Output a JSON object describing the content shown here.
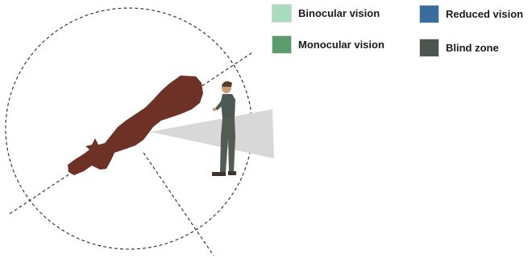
{
  "legend": {
    "items": [
      {
        "key": "binocular",
        "label": "Binocular vision",
        "color": "#a9dcbc"
      },
      {
        "key": "monocular",
        "label": "Monocular vision",
        "color": "#5c9c6c"
      },
      {
        "key": "reduced",
        "label": "Reduced vision",
        "color": "#3a6c9c"
      },
      {
        "key": "blind",
        "label": "Blind zone",
        "color": "#4d5550"
      }
    ]
  },
  "diagram": {
    "horse_color": "#6e3126",
    "person_shirt_color": "#4d5952",
    "person_pants_color": "#525c53",
    "person_skin_color": "#c89b7b",
    "view_cone_color": "#d8d8d8"
  }
}
